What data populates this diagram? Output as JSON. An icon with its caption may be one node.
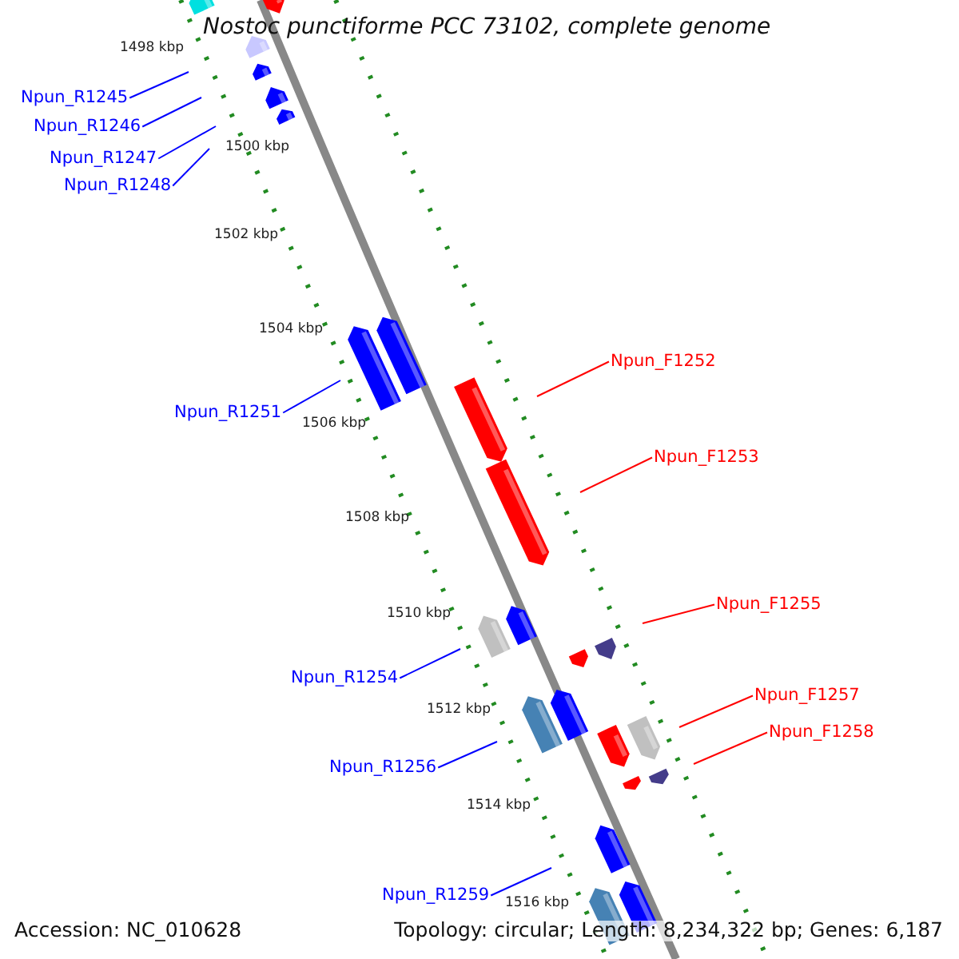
{
  "diagram": {
    "title": "Nostoc punctiforme PCC 73102, complete genome",
    "nodes": [
      {
        "text": [
          "Npun_R1245"
        ]
      },
      {
        "text": [
          "Npun_R1246"
        ]
      },
      {
        "text": [
          "Npun_R1247"
        ]
      },
      {
        "text": [
          "Npun_R1248"
        ]
      },
      {
        "text": [
          "Npun_F1252"
        ]
      },
      {
        "text": [
          "Npun_R1251"
        ]
      },
      {
        "text": [
          "Npun_F1253"
        ]
      },
      {
        "text": [
          "Npun_F1255"
        ]
      },
      {
        "text": [
          "Npun_R1254"
        ]
      },
      {
        "text": [
          "Npun_F1257"
        ]
      },
      {
        "text": [
          "Npun_F1258"
        ]
      },
      {
        "text": [
          "Npun_R1256"
        ]
      },
      {
        "text": [
          "Npun_R1259"
        ]
      }
    ],
    "edges": [
      {
        "from": 0,
        "to": null,
        "arrow": "none"
      },
      {
        "from": 1,
        "to": null,
        "arrow": "none"
      },
      {
        "from": 2,
        "to": null,
        "arrow": "none"
      },
      {
        "from": 3,
        "to": null,
        "arrow": "none"
      },
      {
        "from": 4,
        "to": null,
        "arrow": "none",
        "color": "#ff0000"
      },
      {
        "from": 5,
        "to": null,
        "arrow": "none"
      },
      {
        "from": 6,
        "to": null,
        "arrow": "none",
        "color": "#ff0000"
      },
      {
        "from": 7,
        "to": null,
        "arrow": "none",
        "color": "#ff0000"
      },
      {
        "from": 8,
        "to": null,
        "arrow": "none"
      },
      {
        "from": 9,
        "to": null,
        "arrow": "none",
        "color": "#ff0000"
      },
      {
        "from": 10,
        "to": null,
        "arrow": "none",
        "color": "#ff0000"
      },
      {
        "from": 11,
        "to": null,
        "arrow": "none"
      },
      {
        "from": 12,
        "to": null,
        "arrow": "none"
      }
    ],
    "labels": [
      "1498 kbp",
      "1500 kbp",
      "1502 kbp",
      "1504 kbp",
      "1506 kbp",
      "1508 kbp",
      "1510 kbp",
      "1512 kbp",
      "1514 kbp",
      "1516 kbp",
      "Accession: NC_010628",
      "Topology: circular; Length: 8,234,322 bp; Genes: 6,187"
    ]
  }
}
